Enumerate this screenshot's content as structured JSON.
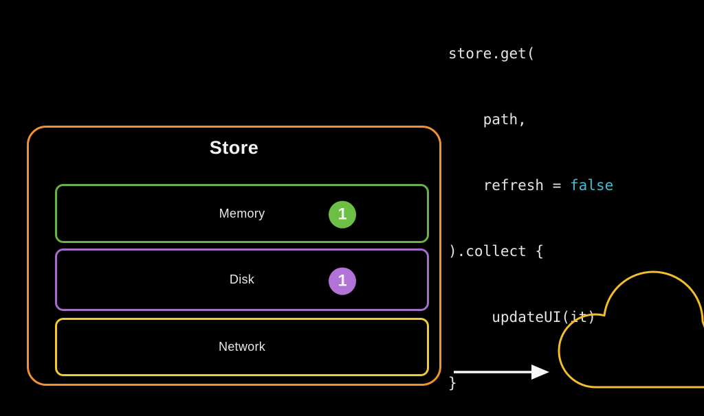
{
  "code_snippet": {
    "line1": "store.get(",
    "line2": "    path,",
    "line3_pre": "    refresh = ",
    "line3_value": "false",
    "line4": ").collect {",
    "line5": "     updateUI(it)",
    "line6": "}"
  },
  "store_diagram": {
    "title": "Store",
    "layers": [
      {
        "label": "Memory",
        "badge": "1"
      },
      {
        "label": "Disk",
        "badge": "1"
      },
      {
        "label": "Network",
        "badge": null
      }
    ]
  },
  "icons": {
    "arrow": "arrow-right-icon",
    "cloud": "cloud-outline-icon"
  },
  "colors": {
    "background": "#000000",
    "code_text": "#E4E4E4",
    "code_keyword": "#44BCCE",
    "store_border": "#F0922F",
    "memory": "#67B349",
    "memory_badge": "#6CBE45",
    "disk": "#A56FC9",
    "disk_badge": "#B273D8",
    "network": "#F0CC33",
    "cloud": "#F2BE2E",
    "arrow": "#F8F8F8",
    "text": "#E8E8E8",
    "title_text": "#F2F2F2"
  }
}
